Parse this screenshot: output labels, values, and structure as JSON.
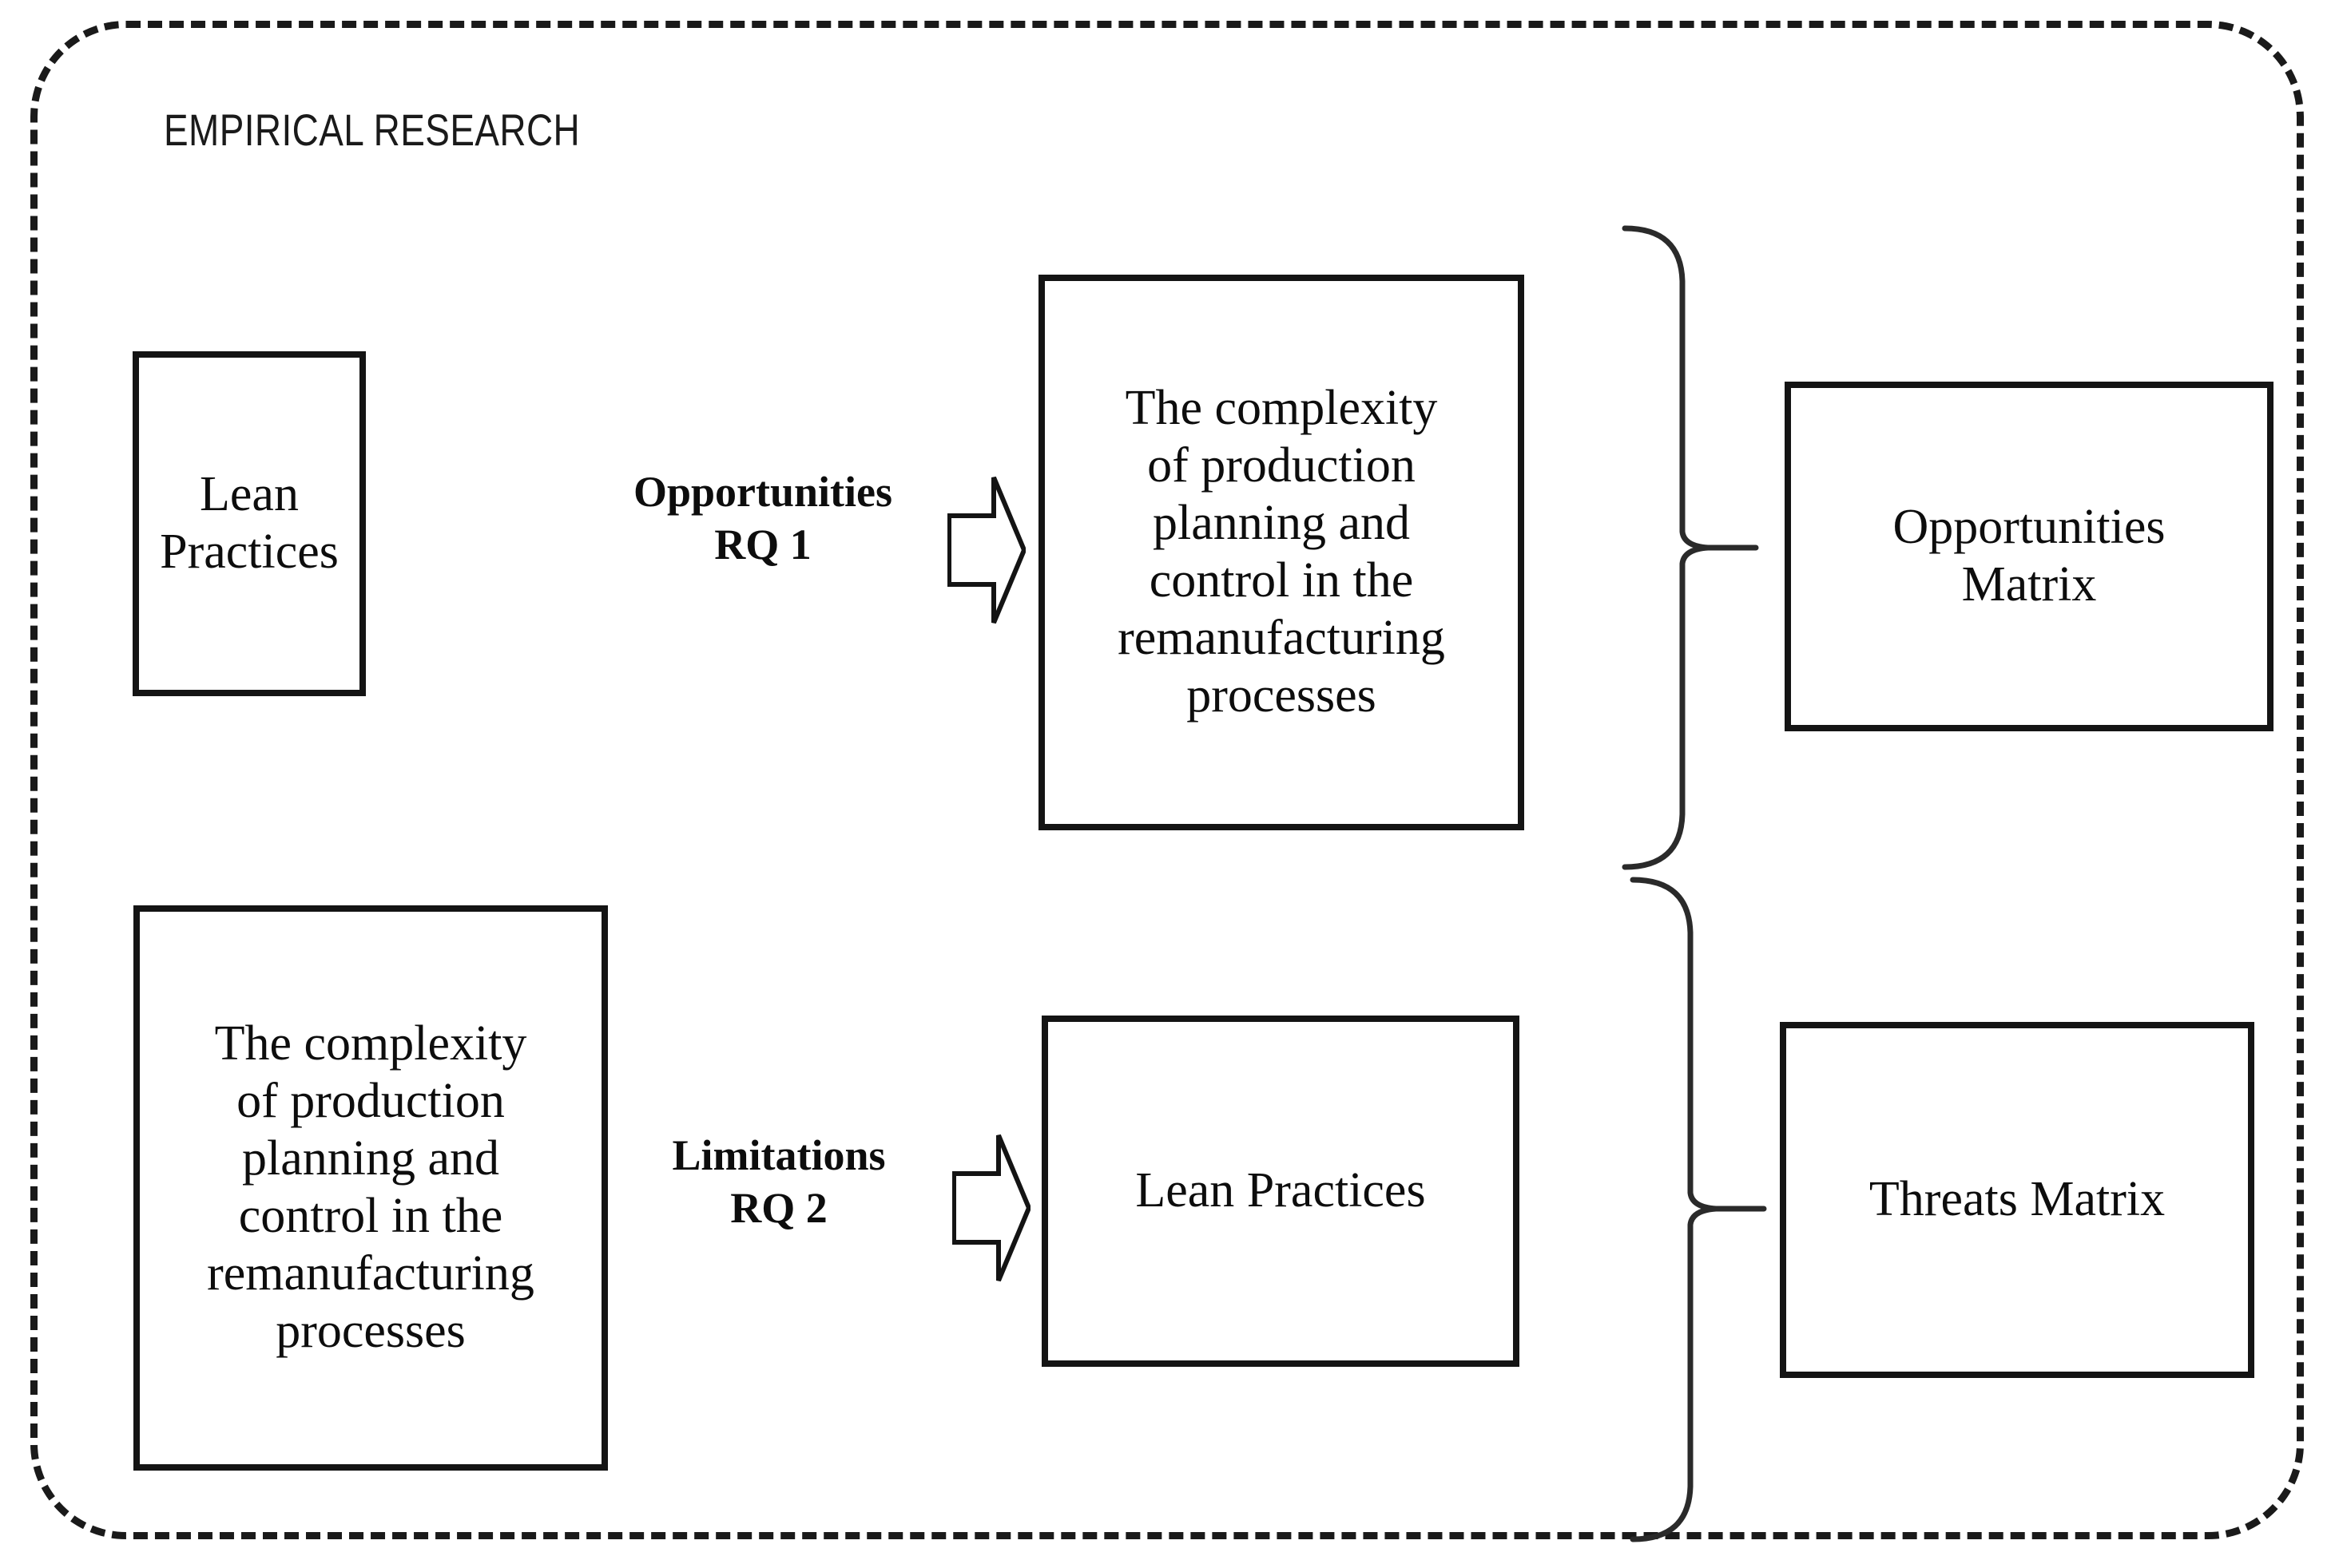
{
  "frame": {
    "title": "EMPIRICAL RESEARCH",
    "border_style": "dashed",
    "border_color": "#1a1a1a"
  },
  "boxes": {
    "lean_practices_top": "Lean Practices",
    "complexity_top": "The complexity\nof production\nplanning and\ncontrol in the\nremanufacturing\nprocesses",
    "opportunities_matrix": "Opportunities\nMatrix",
    "complexity_bottom": "The complexity\nof production\nplanning and\ncontrol in the\nremanufacturing\nprocesses",
    "lean_practices_bottom": "Lean Practices",
    "threats_matrix": "Threats Matrix"
  },
  "relations": {
    "rq1_label": "Opportunities\nRQ 1",
    "rq2_label": "Limitations\nRQ 2"
  },
  "icons": {
    "arrow_rq1": "right-block-arrow-icon",
    "arrow_rq2": "right-block-arrow-icon",
    "brace_top": "curly-brace-icon",
    "brace_bottom": "curly-brace-icon"
  },
  "colors": {
    "stroke": "#141414",
    "text": "#0d0d0d",
    "background": "#ffffff"
  }
}
